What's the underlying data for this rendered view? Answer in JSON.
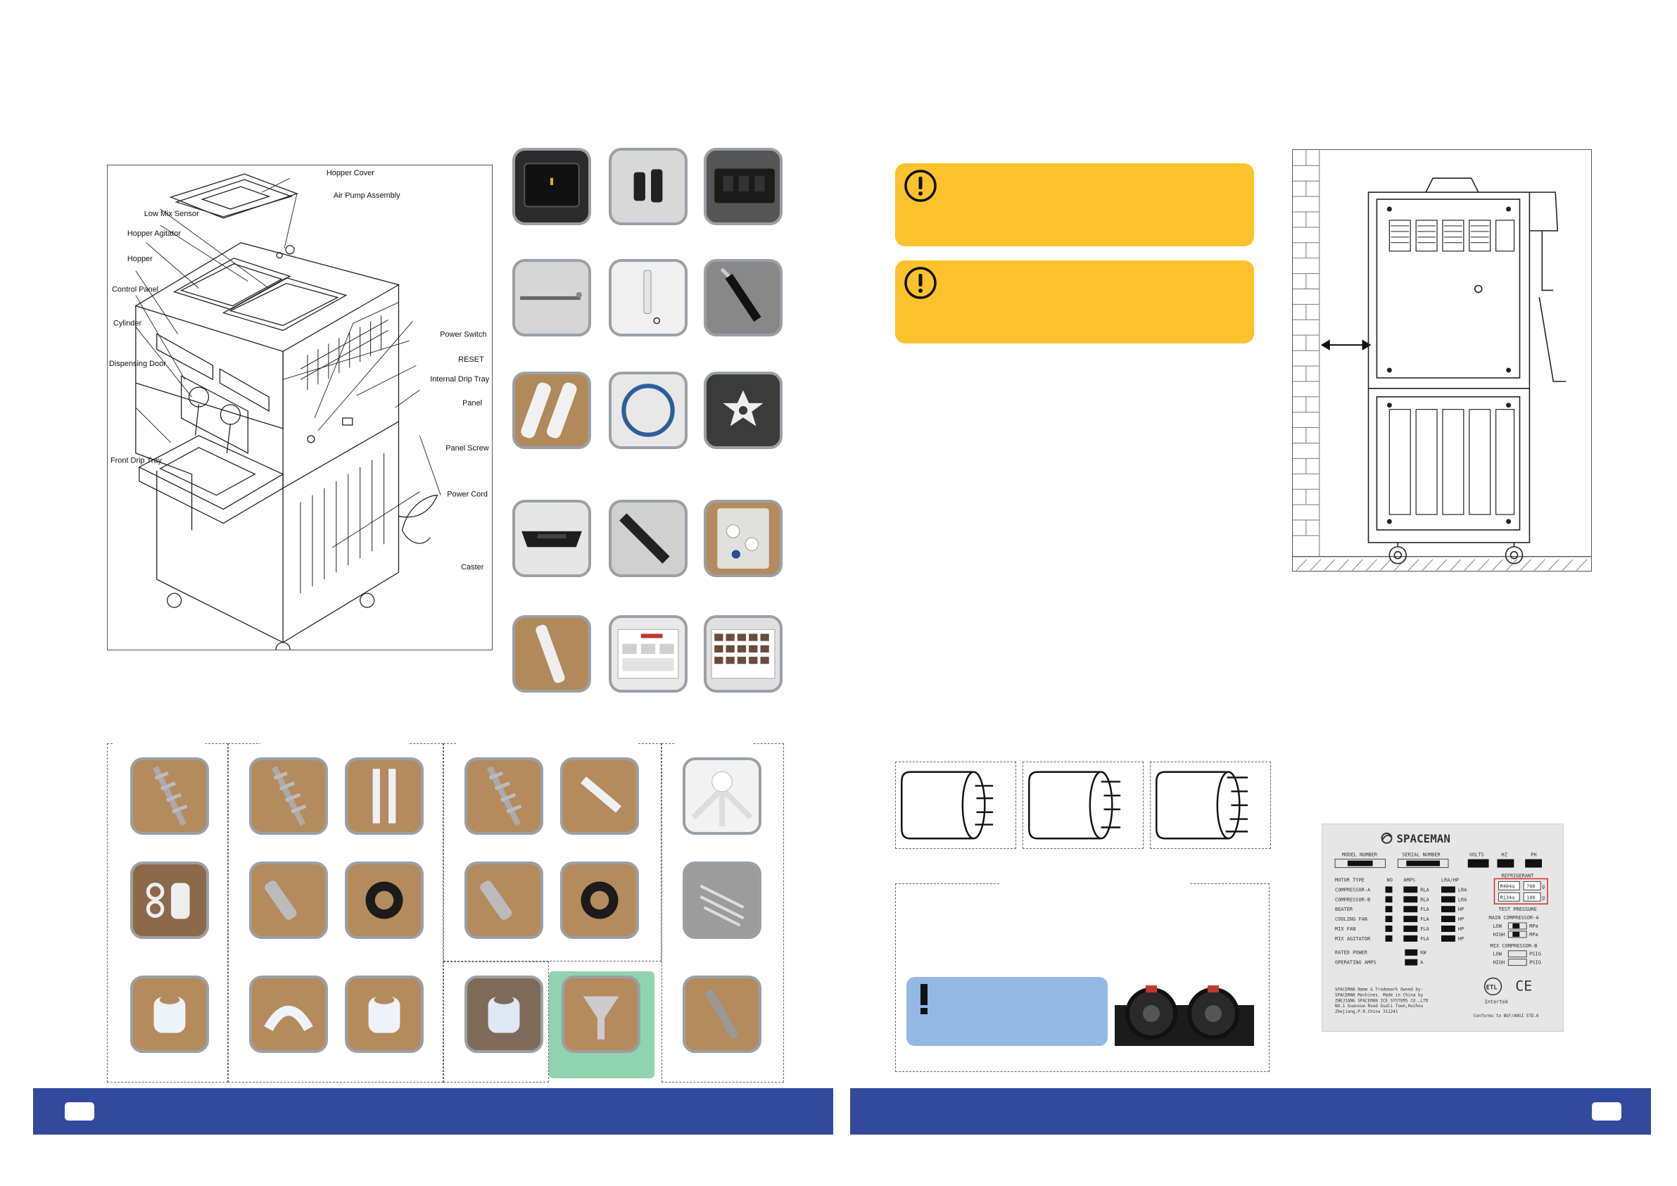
{
  "diagram": {
    "labels": {
      "hopper_cover": "Hopper Cover",
      "air_pump_assembly": "Air Pump Assembly",
      "low_mix_sensor": "Low Mix Sensor",
      "hopper_agitator": "Hopper Agitator",
      "hopper": "Hopper",
      "control_panel": "Control Panel",
      "cylinder": "Cylinder",
      "dispensing_door": "Dispensing Door",
      "power_switch": "Power Switch",
      "reset": "RESET",
      "internal_drip_tray": "Internal Drip Tray",
      "panel": "Panel",
      "panel_screw": "Panel Screw",
      "front_drip_tray": "Front Drip Tray",
      "power_cord": "Power Cord",
      "caster": "Caster"
    }
  },
  "nameplate": {
    "brand": "SPACEMAN",
    "header_model": "MODEL NUMBER",
    "header_serial": "SERIAL NUMBER",
    "header_volts": "VOLTS",
    "header_hz": "HZ",
    "header_ph": "PH",
    "motor_type": "MOTOR TYPE",
    "col_no": "NO",
    "col_amps": "AMPS",
    "col_lra": "LRA/HP",
    "refrigerant": "REFRIGERANT",
    "rows": [
      "COMPRESSOR-A",
      "COMPRESSOR-B",
      "BEATER",
      "COOLING FAN",
      "MIX FAN",
      "MIX AGITATOR"
    ],
    "row_units_a": [
      "RLA",
      "RLA",
      "FLA",
      "FLA",
      "FLA",
      "FLA"
    ],
    "row_units_b": [
      "LRA",
      "LRA",
      "HP",
      "HP",
      "HP",
      "HP"
    ],
    "ref_a": "R404a",
    "ref_a_val": "700",
    "ref_b": "R134a",
    "ref_b_val": "100",
    "gram": "g",
    "test_pressure": "TEST PRESSURE",
    "main_compressor": "MAIN COMPRESSOR-A",
    "mix_compressor": "MIX COMPRESSOR-B",
    "low": "LOW",
    "high": "HIGH",
    "mpa": "MPa",
    "psig": "PSIG",
    "rated_power": "RATED POWER",
    "operating_amps": "OPERATING AMPS",
    "kw": "KW",
    "amp": "A",
    "footer_1": "SPACEMAN Name & Trademark Owned by:",
    "footer_2": "SPACEMAN Machines. Made in China by",
    "footer_3": "ZHEJIANG SPACEMAN ICE SYSTEMS CO.,LTD",
    "footer_4": "NO.1 Guanxue Road Guali Town,Huzhou",
    "footer_5": "Zhejiang,P.R.China 311241",
    "intertek": "Intertek",
    "etl": "ETL",
    "ce": "CE",
    "conforms": "Conforms to NSF/ANSI STD.6"
  },
  "colors": {
    "bar": "#334a9c",
    "warning": "#fcc22e",
    "note_blue": "#93b8e4",
    "highlight_green": "#8fd3b0"
  }
}
